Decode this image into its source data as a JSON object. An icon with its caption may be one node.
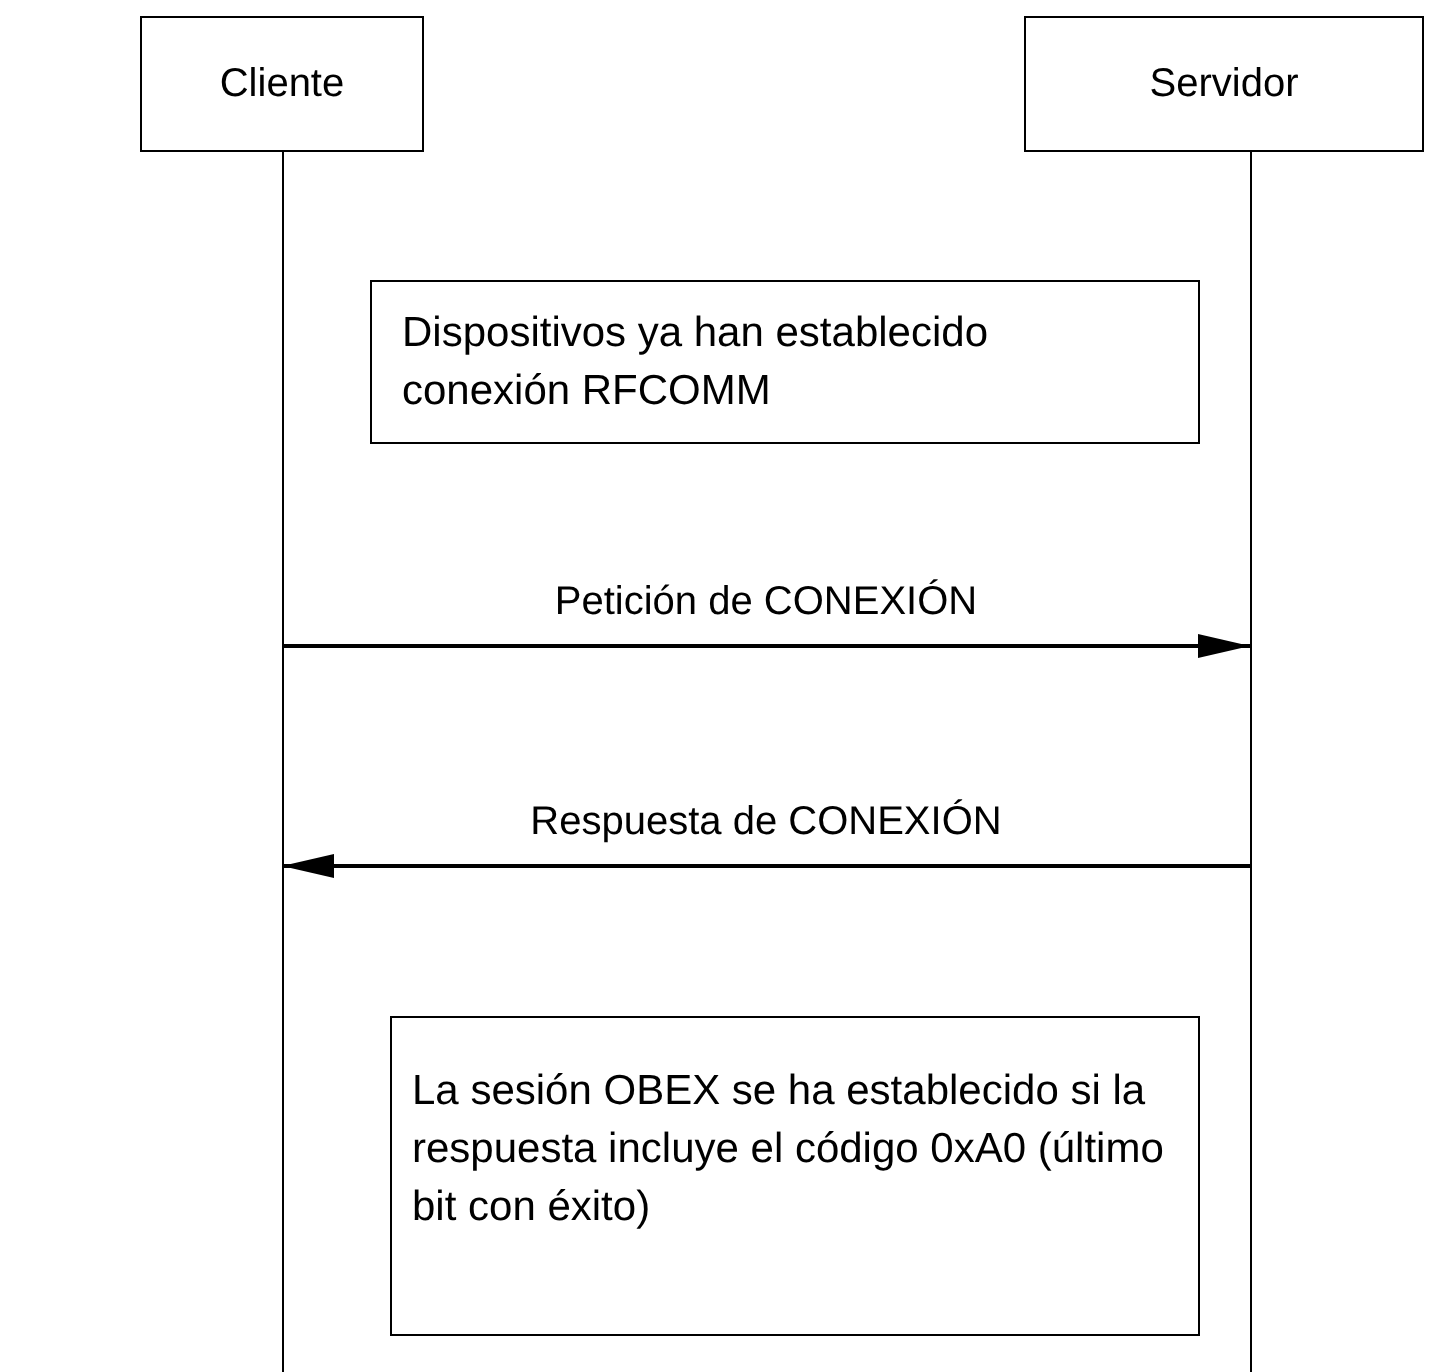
{
  "diagram": {
    "nodes": [
      {
        "text": [
          "Cliente"
        ]
      },
      {
        "text": [
          "Servidor"
        ]
      },
      {
        "text": [
          "Dispositivos ya han establecido conexión RFCOMM"
        ]
      },
      {
        "text": [
          "La sesión OBEX se ha establecido si la respuesta incluye el código 0xA0 (último bit con éxito)"
        ]
      }
    ],
    "edges": [
      {
        "from": 0,
        "to": 1,
        "arrow": "to",
        "label": "Petición de CONEXIÓN"
      },
      {
        "from": 1,
        "to": 0,
        "arrow": "to",
        "label": "Respuesta de CONEXIÓN"
      }
    ]
  }
}
